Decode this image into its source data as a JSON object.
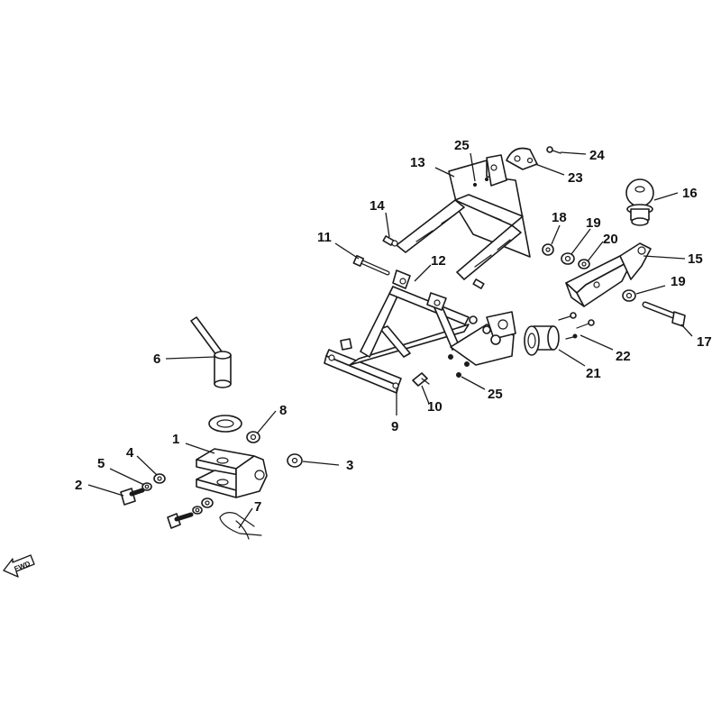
{
  "labels": {
    "l1": "1",
    "l2": "2",
    "l3": "3",
    "l4": "4",
    "l5": "5",
    "l6": "6",
    "l7": "7",
    "l8": "8",
    "l9": "9",
    "l10": "10",
    "l11": "11",
    "l12": "12",
    "l13": "13",
    "l14": "14",
    "l15": "15",
    "l16": "16",
    "l17": "17",
    "l18": "18",
    "l19a": "19",
    "l19b": "19",
    "l20": "20",
    "l21": "21",
    "l22": "22",
    "l23": "23",
    "l24": "24",
    "l25a": "25",
    "l25b": "25"
  },
  "fwd_label": "FWD",
  "colors": {
    "line": "#1a1a1a",
    "background": "#ffffff"
  }
}
